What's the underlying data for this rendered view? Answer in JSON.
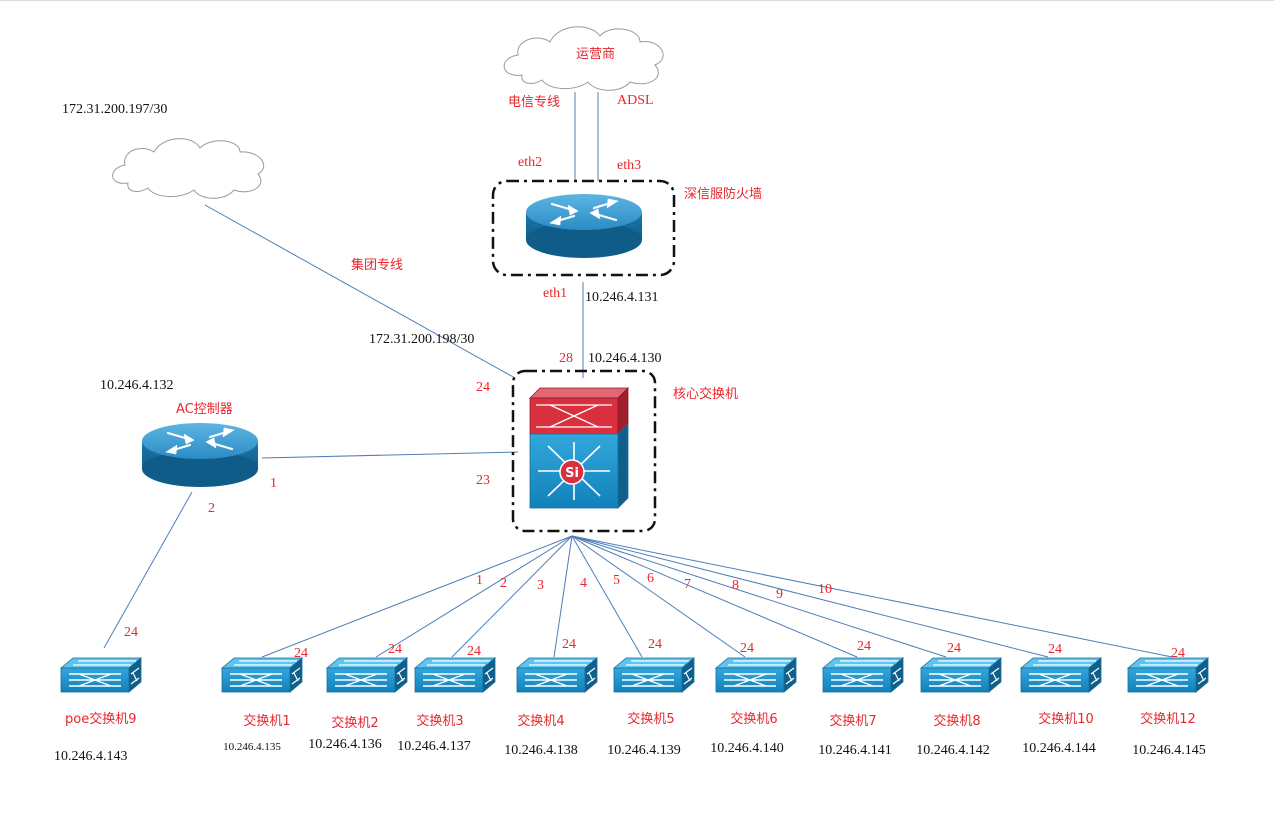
{
  "isp": {
    "label": "运营商",
    "line_telecom": "电信专线",
    "line_adsl": "ADSL"
  },
  "firewall": {
    "label": "深信服防火墙",
    "eth2": "eth2",
    "eth3": "eth3",
    "eth1": "eth1",
    "ip": "10.246.4.131"
  },
  "group_cloud": {
    "ip": "172.31.200.197/30",
    "line": "集团专线",
    "peer_ip": "172.31.200.198/30"
  },
  "core": {
    "label": "核心交换机",
    "ip": "10.246.4.130",
    "port_fw": "28",
    "port_group": "24",
    "port_ac": "23"
  },
  "ac": {
    "label": "AC控制器",
    "ip": "10.246.4.132",
    "port_core": "1",
    "port_poe": "2"
  },
  "poe_switch": {
    "label": "poe交换机9",
    "ip": "10.246.4.143",
    "port": "24"
  },
  "colors": {
    "link": "#4d7fb8",
    "label_red": "#e8262d",
    "device_blue": "#1a8fc9",
    "device_red": "#d8303f"
  },
  "icons": {
    "cloud": "cloud-icon",
    "router": "router-icon",
    "multilayer_switch": "multilayer-switch-icon",
    "workgroup_switch": "workgroup-switch-icon"
  },
  "switches": [
    {
      "label": "交换机1",
      "ip": "10.246.4.135",
      "core_port": "1",
      "uplink_port": "24"
    },
    {
      "label": "交换机2",
      "ip": "10.246.4.136",
      "core_port": "2",
      "uplink_port": "24"
    },
    {
      "label": "交换机3",
      "ip": "10.246.4.137",
      "core_port": "3",
      "uplink_port": "24"
    },
    {
      "label": "交换机4",
      "ip": "10.246.4.138",
      "core_port": "4",
      "uplink_port": "24"
    },
    {
      "label": "交换机5",
      "ip": "10.246.4.139",
      "core_port": "5",
      "uplink_port": "24"
    },
    {
      "label": "交换机6",
      "ip": "10.246.4.140",
      "core_port": "6",
      "uplink_port": "24"
    },
    {
      "label": "交换机7",
      "ip": "10.246.4.141",
      "core_port": "7",
      "uplink_port": "24"
    },
    {
      "label": "交换机8",
      "ip": "10.246.4.142",
      "core_port": "8",
      "uplink_port": "24"
    },
    {
      "label": "交换机10",
      "ip": "10.246.4.144",
      "core_port": "9",
      "uplink_port": "24"
    },
    {
      "label": "交换机12",
      "ip": "10.246.4.145",
      "core_port": "10",
      "uplink_port": "24"
    }
  ]
}
